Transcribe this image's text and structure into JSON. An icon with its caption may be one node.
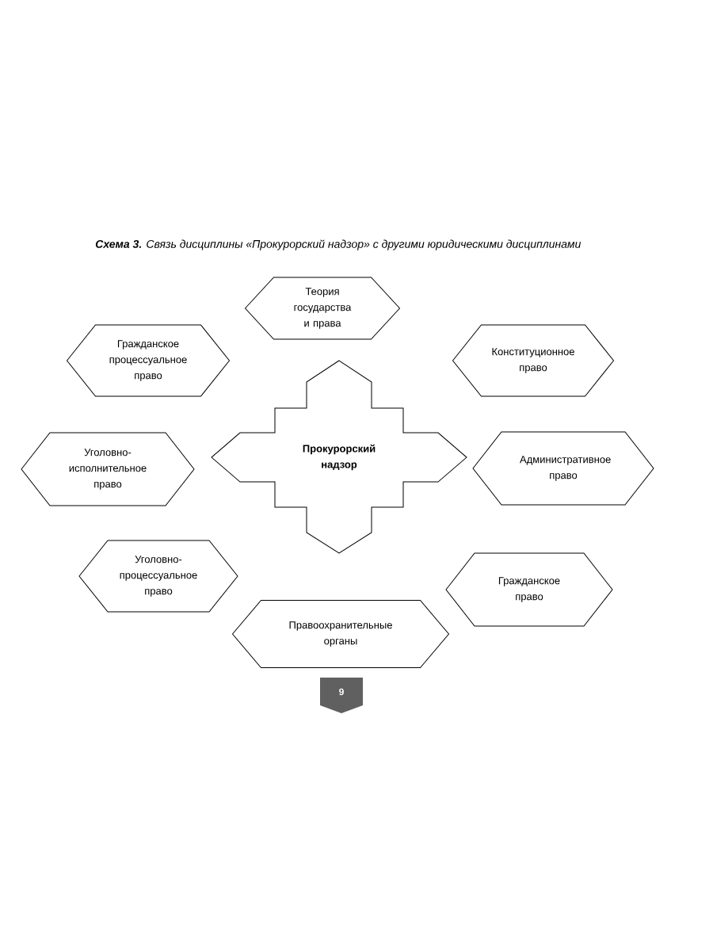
{
  "diagram": {
    "title": "**Схема 3.**  Связь дисциплины «Прокурорский надзор» с другими юридическими дисциплинами",
    "nodes": [
      {
        "text": [
          "Прокурорский надзор"
        ]
      },
      {
        "text": [
          "Теория государства и права"
        ]
      },
      {
        "text": [
          "Гражданское процессуальное право"
        ]
      },
      {
        "text": [
          "Конституционное право"
        ]
      },
      {
        "text": [
          "Уголовно-исполнительное право"
        ]
      },
      {
        "text": [
          "Административное право"
        ]
      },
      {
        "text": [
          "Уголовно-процессуальное право"
        ]
      },
      {
        "text": [
          "Гражданское право"
        ]
      },
      {
        "text": [
          "Правоохранительные органы"
        ]
      }
    ],
    "labels": [
      "9"
    ]
  }
}
